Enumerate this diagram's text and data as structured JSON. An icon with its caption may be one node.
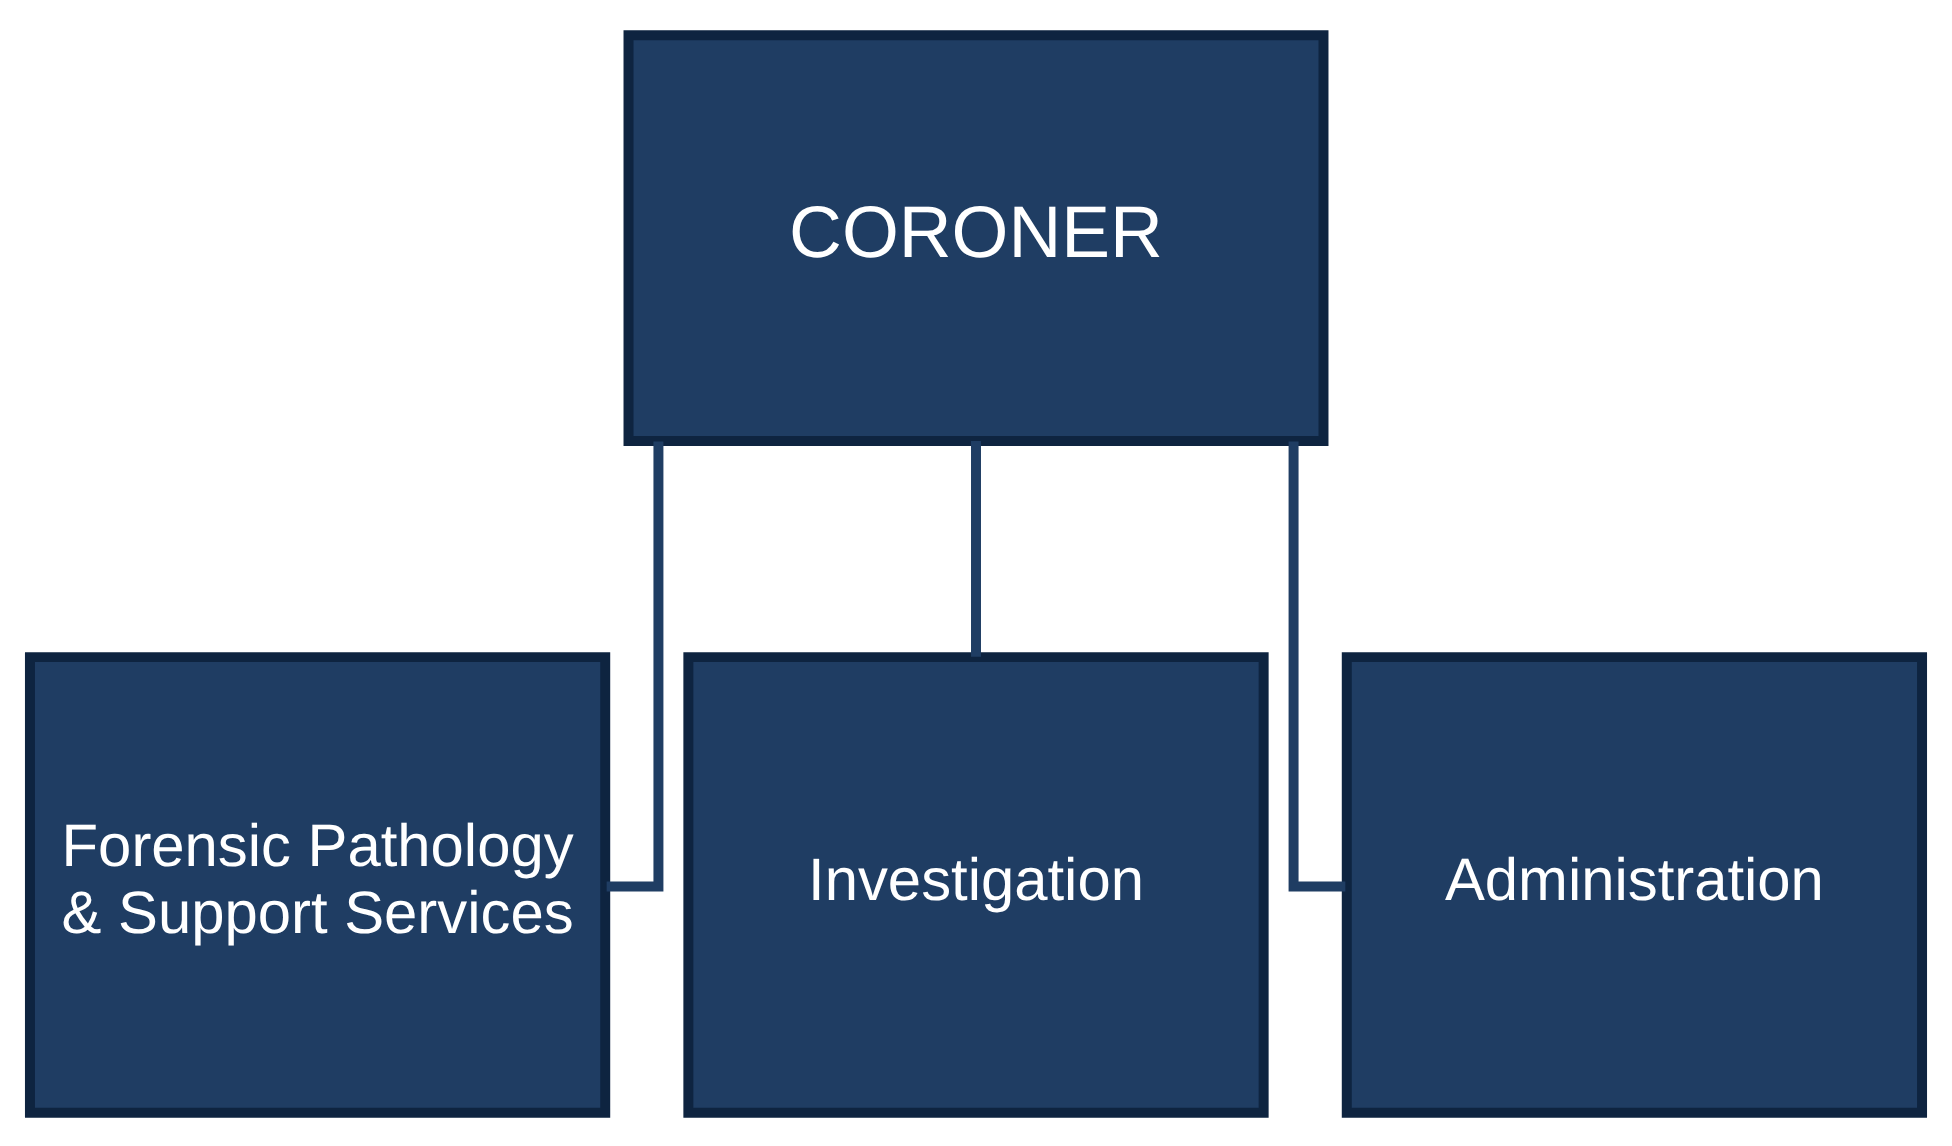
{
  "diagram": {
    "nodes": [
      {
        "text": [
          "CORONER"
        ]
      },
      {
        "text": [
          "Forensic Pathology & Support Services"
        ]
      },
      {
        "text": [
          "Investigation"
        ]
      },
      {
        "text": [
          "Administration"
        ]
      }
    ],
    "edges": [
      {
        "from": 0,
        "to": 1,
        "arrow": "none"
      },
      {
        "from": 0,
        "to": 2,
        "arrow": "none"
      },
      {
        "from": 0,
        "to": 3,
        "arrow": "none"
      }
    ]
  }
}
